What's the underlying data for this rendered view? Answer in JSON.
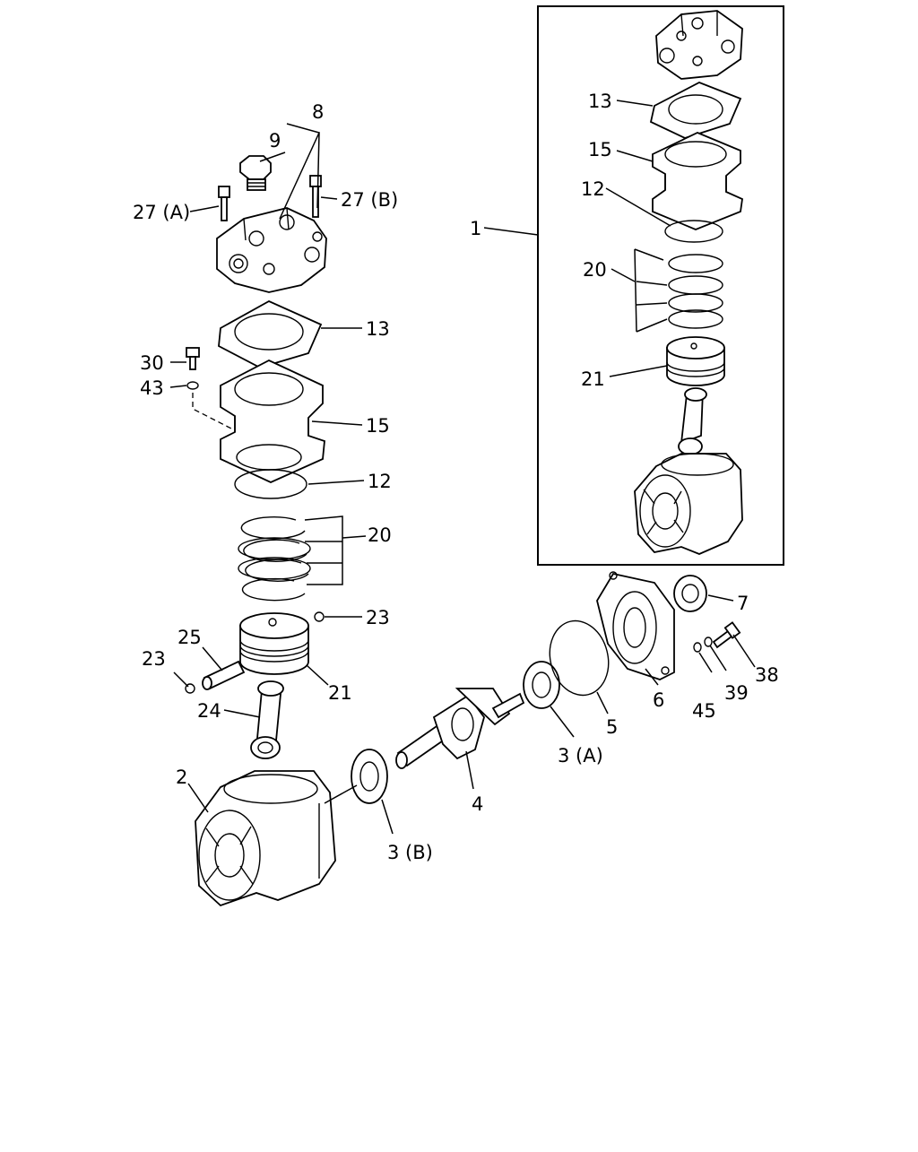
{
  "callouts": {
    "c1": "1",
    "c2": "2",
    "c3a": "3 (A)",
    "c3b": "3 (B)",
    "c4": "4",
    "c5": "5",
    "c6": "6",
    "c7": "7",
    "c8": "8",
    "c9": "9",
    "c12": "12",
    "c12_kit": "12",
    "c13": "13",
    "c13_kit": "13",
    "c15": "15",
    "c15_kit": "15",
    "c20": "20",
    "c20_kit": "20",
    "c21": "21",
    "c21_kit": "21",
    "c23_left": "23",
    "c23_right": "23",
    "c24": "24",
    "c25": "25",
    "c27a": "27 (A)",
    "c27b": "27 (B)",
    "c30": "30",
    "c38": "38",
    "c39": "39",
    "c43": "43",
    "c45": "45"
  }
}
